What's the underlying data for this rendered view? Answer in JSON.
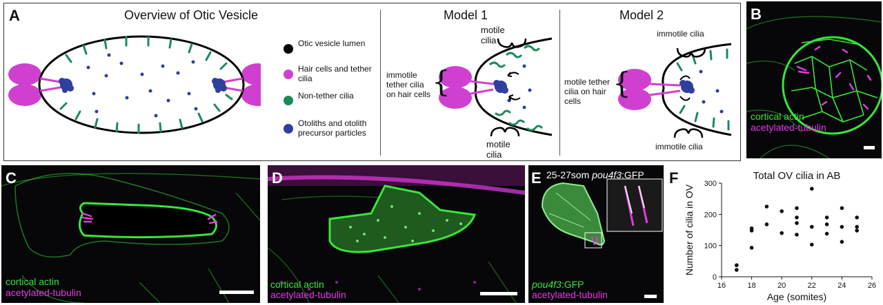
{
  "panel_a": {
    "label": "A",
    "overview_title": "Overview of Otic Vesicle",
    "model1_title": "Model 1",
    "model2_title": "Model 2",
    "legend": [
      {
        "text": "Otic vesicle lumen",
        "color": "#000000"
      },
      {
        "text": "Hair cells and tether cilia",
        "color": "#d040d0"
      },
      {
        "text": "Non-tether cilia",
        "color": "#1a8a5a"
      },
      {
        "text": "Otoliths and otolith precursor particles",
        "color": "#2e3fa0"
      }
    ],
    "m1_motile_top": "motile cilia",
    "m1_immotile": "immotile tether cilia on hair cells",
    "m1_motile_bottom": "motile cilia",
    "m2_immotile_top": "immotile cilia",
    "m2_motile_tether": "motile tether cilia on hair cells",
    "m2_immotile_bottom": "immotile cilia"
  },
  "panel_b": {
    "label": "B",
    "stain1": "cortical actin",
    "stain2": "acetylated-tubulin"
  },
  "panel_c": {
    "label": "C",
    "stain1": "cortical actin",
    "stain2": "acetylated-tubulin"
  },
  "panel_d": {
    "label": "D",
    "stain1": "cortical actin",
    "stain2": "acetylated-tubulin"
  },
  "panel_e": {
    "label": "E",
    "title_prefix": "25-27som ",
    "title_gene": "pou4f3",
    "title_suffix": ":GFP",
    "stain1_gene": "pou4f3",
    "stain1_suffix": ":GFP",
    "stain2": "acetylated-tubulin"
  },
  "panel_f": {
    "label": "F"
  },
  "colors": {
    "actin": "#39e639",
    "tubulin": "#e23ae2",
    "cilia": "#1a8a5a",
    "otolith": "#2e3fa0",
    "hair": "#d040d0"
  },
  "chart_data": {
    "type": "scatter",
    "title": "Total OV cilia in AB",
    "xlabel": "Age (somites)",
    "ylabel": "Number of cilia in OV",
    "xlim": [
      16,
      26
    ],
    "ylim": [
      0,
      300
    ],
    "xticks": [
      16,
      18,
      20,
      22,
      24,
      26
    ],
    "yticks": [
      0,
      100,
      200,
      300
    ],
    "grid": false,
    "points": [
      {
        "x": 17,
        "y": 37
      },
      {
        "x": 17,
        "y": 22
      },
      {
        "x": 18,
        "y": 155
      },
      {
        "x": 18,
        "y": 148
      },
      {
        "x": 18,
        "y": 93
      },
      {
        "x": 19,
        "y": 225
      },
      {
        "x": 19,
        "y": 168
      },
      {
        "x": 20,
        "y": 210
      },
      {
        "x": 20,
        "y": 140
      },
      {
        "x": 21,
        "y": 220
      },
      {
        "x": 21,
        "y": 190
      },
      {
        "x": 21,
        "y": 172
      },
      {
        "x": 21,
        "y": 135
      },
      {
        "x": 22,
        "y": 282
      },
      {
        "x": 22,
        "y": 160
      },
      {
        "x": 22,
        "y": 103
      },
      {
        "x": 23,
        "y": 190
      },
      {
        "x": 23,
        "y": 168
      },
      {
        "x": 23,
        "y": 138
      },
      {
        "x": 24,
        "y": 220
      },
      {
        "x": 24,
        "y": 160
      },
      {
        "x": 24,
        "y": 112
      },
      {
        "x": 25,
        "y": 190
      },
      {
        "x": 25,
        "y": 160
      },
      {
        "x": 25,
        "y": 148
      }
    ]
  }
}
